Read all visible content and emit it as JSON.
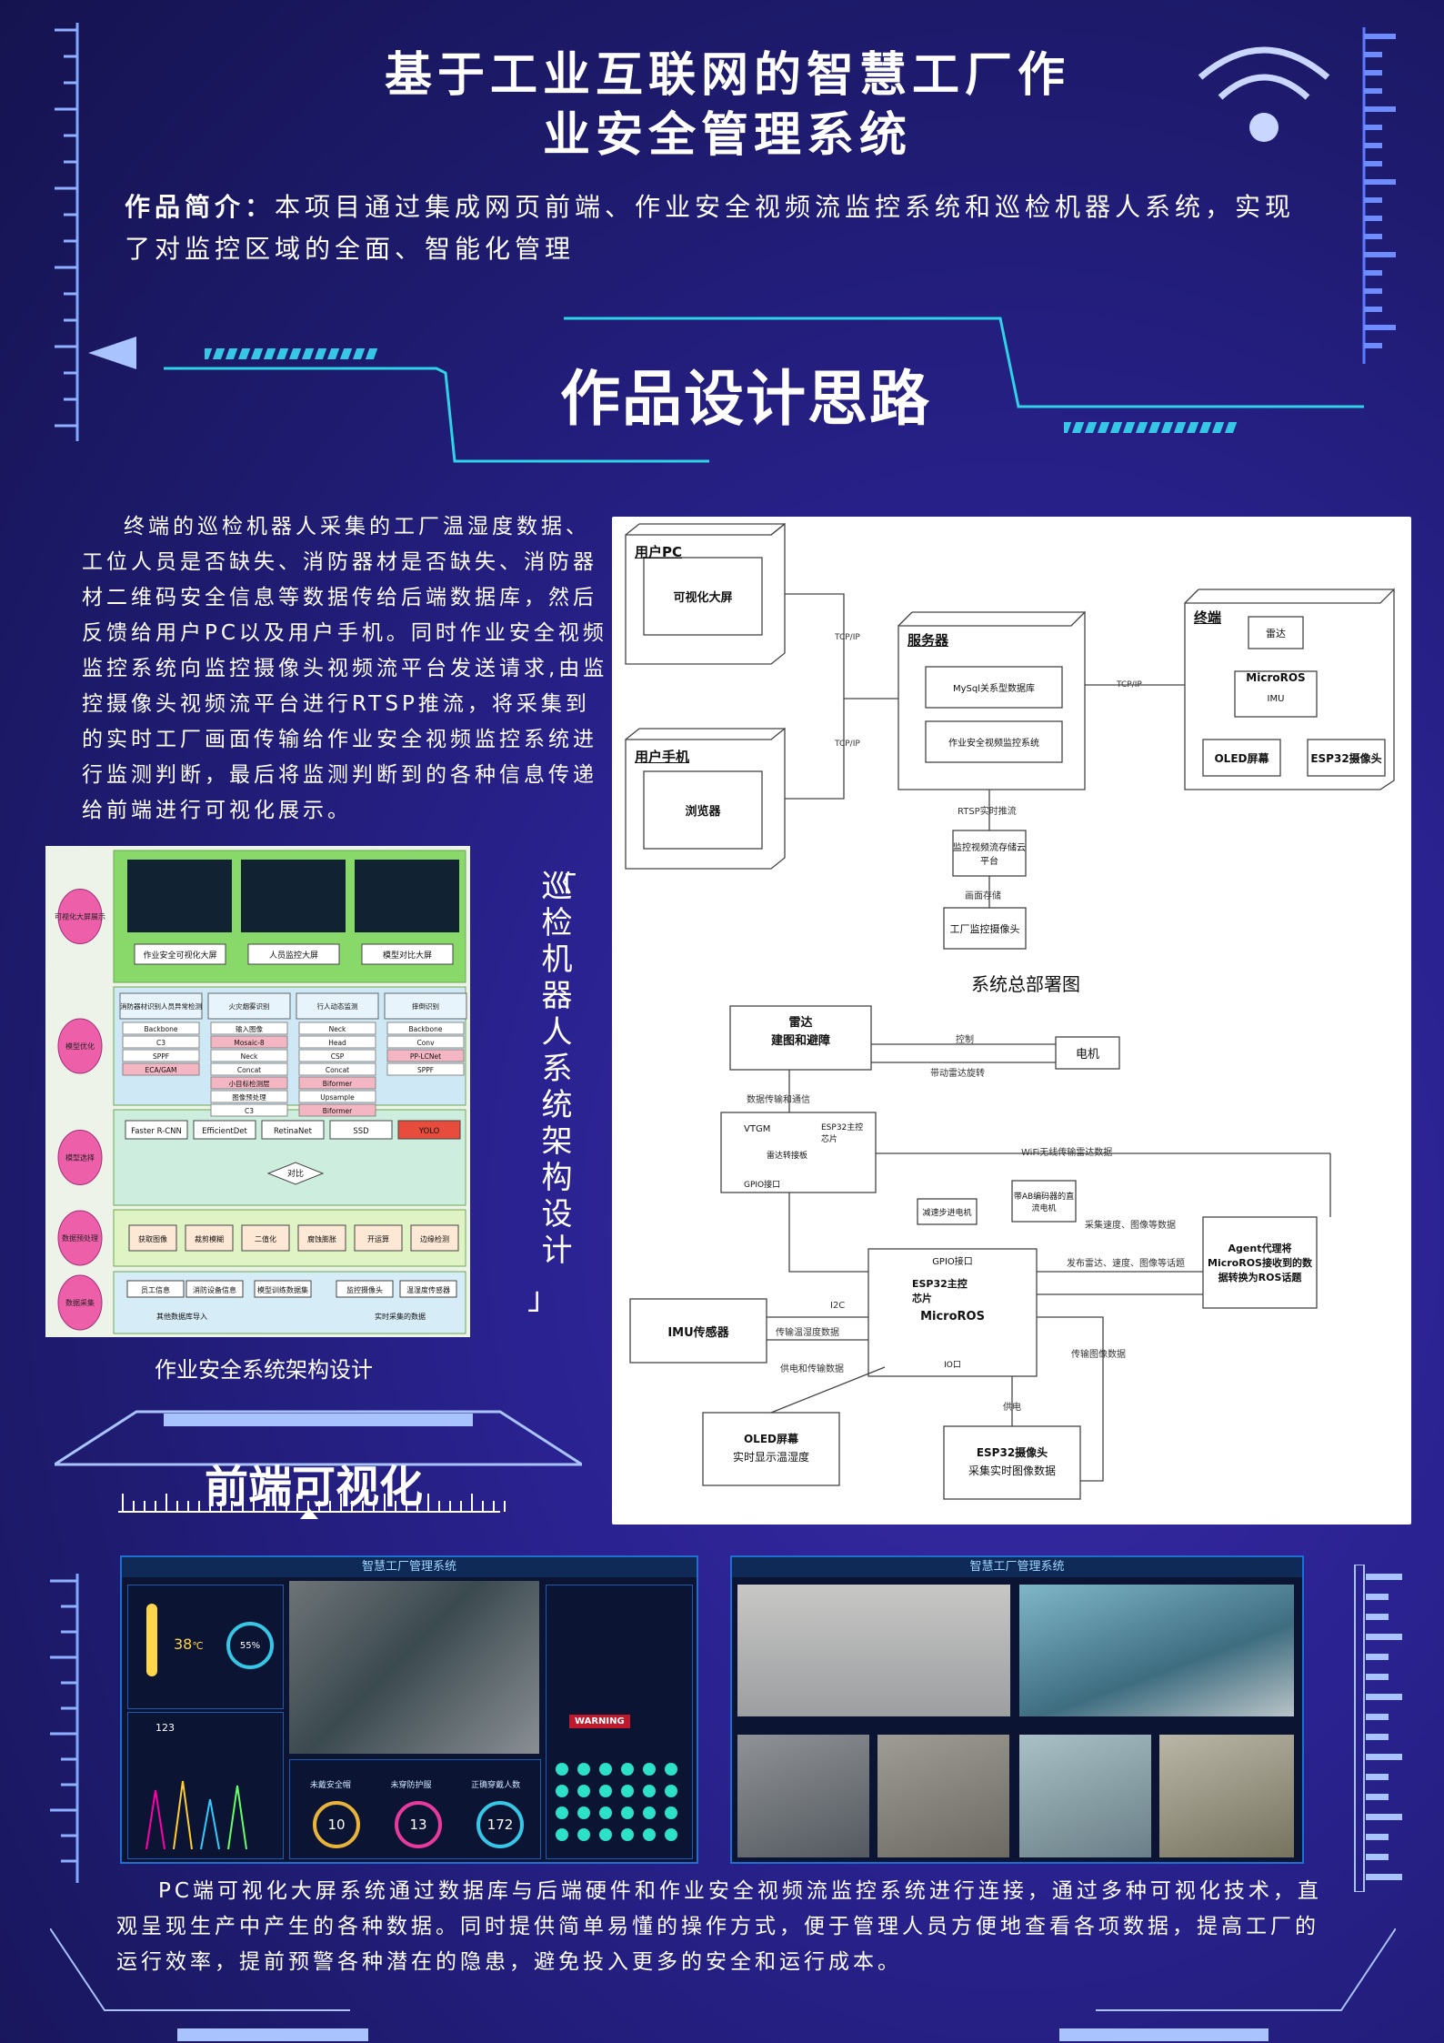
{
  "title": {
    "line1": "基于工业互联网的智慧工厂作",
    "line2": "业安全管理系统"
  },
  "intro": {
    "label": "作品简介：",
    "text": "本项目通过集成网页前端、作业安全视频流监控系统和巡检机器人系统，实现了对监控区域的全面、智能化管理"
  },
  "section1": {
    "title": "作品设计思路"
  },
  "design_text": "终端的巡检机器人采集的工厂温湿度数据、工位人员是否缺失、消防器材是否缺失、消防器材二维码安全信息等数据传给后端数据库，然后反馈给用户PC以及用户手机。同时作业安全视频监控系统向监控摄像头视频流平台发送请求,由监控摄像头视频流平台进行RTSP推流，将采集到的实时工厂画面传输给作业安全视频监控系统进行监测判断，最后将监测判断到的各种信息传递给前端进行可视化展示。",
  "arch_caption": "作业安全系统架构设计",
  "vertical_title": "巡检机器人系统架构设计",
  "bracket_open": "「",
  "bracket_close": "」",
  "deploy_caption": "系统总部署图",
  "front": {
    "title": "前端可视化"
  },
  "front_text": "PC端可视化大屏系统通过数据库与后端硬件和作业安全视频流监控系统进行连接，通过多种可视化技术，直观呈现生产中产生的各种数据。同时提供简单易懂的操作方式，便于管理人员方便地查看各项数据，提高工厂的运行效率，提前预警各种潜在的隐患，避免投入更多的安全和运行成本。",
  "arch": {
    "rows": [
      "可视化大屏展示",
      "模型优化",
      "模型选择",
      "数据预处理",
      "数据采集"
    ],
    "screens": [
      "作业安全可视化大屏",
      "人员监控大屏",
      "模型对比大屏"
    ],
    "opt_cols": [
      {
        "head": "消防器材识别人员异常检测",
        "items": [
          "Backbone",
          "C3",
          "SPPF",
          "ECA/GAM"
        ]
      },
      {
        "head": "火灾烟雾识别",
        "items": [
          "输入图像",
          "Mosaic-8",
          "Neck",
          "Concat",
          "小目标检测层",
          "图像预处理",
          "C3"
        ]
      },
      {
        "head": "行人动态监测",
        "items": [
          "Neck",
          "Head",
          "CSP",
          "Concat",
          "Biformer",
          "Upsample",
          "Biformer"
        ]
      },
      {
        "head": "摔倒识别",
        "items": [
          "Backbone",
          "Conv",
          "PP-LCNet",
          "SPPF"
        ]
      }
    ],
    "models": [
      "Faster R-CNN",
      "EfficientDet",
      "RetinaNet",
      "SSD",
      "YOLO"
    ],
    "compare": "对比",
    "prep": [
      "获取图像",
      "裁剪模糊",
      "二值化",
      "腐蚀膨胀",
      "开运算",
      "边缘检测"
    ],
    "collect": [
      "员工信息",
      "消防设备信息",
      "模型训练数据集",
      "监控摄像头",
      "温湿度传感器"
    ],
    "collect_sub": [
      "其他数据库导入",
      "实时采集的数据"
    ]
  },
  "deploy": {
    "user_pc": "用户PC",
    "big_screen": "可视化大屏",
    "user_phone": "用户手机",
    "browser": "浏览器",
    "server": "服务器",
    "mysql": "MySql关系型数据库",
    "monitor_sys": "作业安全视频监控系统",
    "terminal": "终端",
    "radar": "雷达",
    "microros": "MicroROS",
    "imu": "IMU",
    "oled": "OLED屏幕",
    "esp32": "ESP32摄像头",
    "tcp1": "TCP/IP",
    "tcp2": "TCP/IP",
    "tcp3": "TCP/IP",
    "rtsp": "RTSP实时推流",
    "stream": "监控视频流存储云平台",
    "img_store": "画面存储",
    "camera": "工厂监控摄像头"
  },
  "robot": {
    "radar": "雷达",
    "radar_sub": "建图和避障",
    "motor": "电机",
    "control": "控制",
    "drive": "带动雷达旋转",
    "data_comm": "数据传输和通信",
    "vtgm": "VTGM",
    "esp32_ctrl": "ESP32主控芯片",
    "radar_board": "雷达转接板",
    "gpio": "GPIO接口",
    "wifi": "WiFi无线传输雷达数据",
    "reducer": "减速步进电机",
    "encoder": "带AB编码器的直流电机",
    "collect_speed": "采集速度、图像等数据",
    "publish": "发布雷达、速度、图像等话题",
    "agent": "Agent代理将MicroROS接收到的数据转换为ROS话题",
    "gpio2": "GPIO接口",
    "esp32_2": "ESP32主控芯片",
    "microros": "MicroROS",
    "io": "IO口",
    "i2c": "I2C",
    "imu": "IMU传感器",
    "temp_data": "传输温湿度数据",
    "power_data": "供电和传输数据",
    "power": "供电",
    "img_data": "传输图像数据",
    "oled": "OLED屏幕",
    "oled_sub": "实时显示温湿度",
    "esp32cam": "ESP32摄像头",
    "esp32cam_sub": "采集实时图像数据"
  },
  "dash1": {
    "title": "智慧工厂管理系统",
    "temp": "38",
    "temp_unit": "℃",
    "pct": "55%",
    "count": "123",
    "warning": "WARNING",
    "stat_labels": [
      "未戴安全帽",
      "未穿防护服",
      "正确穿戴人数"
    ],
    "stat_values": [
      "10",
      "13",
      "172"
    ]
  },
  "dash2": {
    "title": "智慧工厂管理系统"
  },
  "colors": {
    "bg": "#1d1a6b",
    "accent": "#2fd3e8",
    "text": "#ffffff"
  }
}
